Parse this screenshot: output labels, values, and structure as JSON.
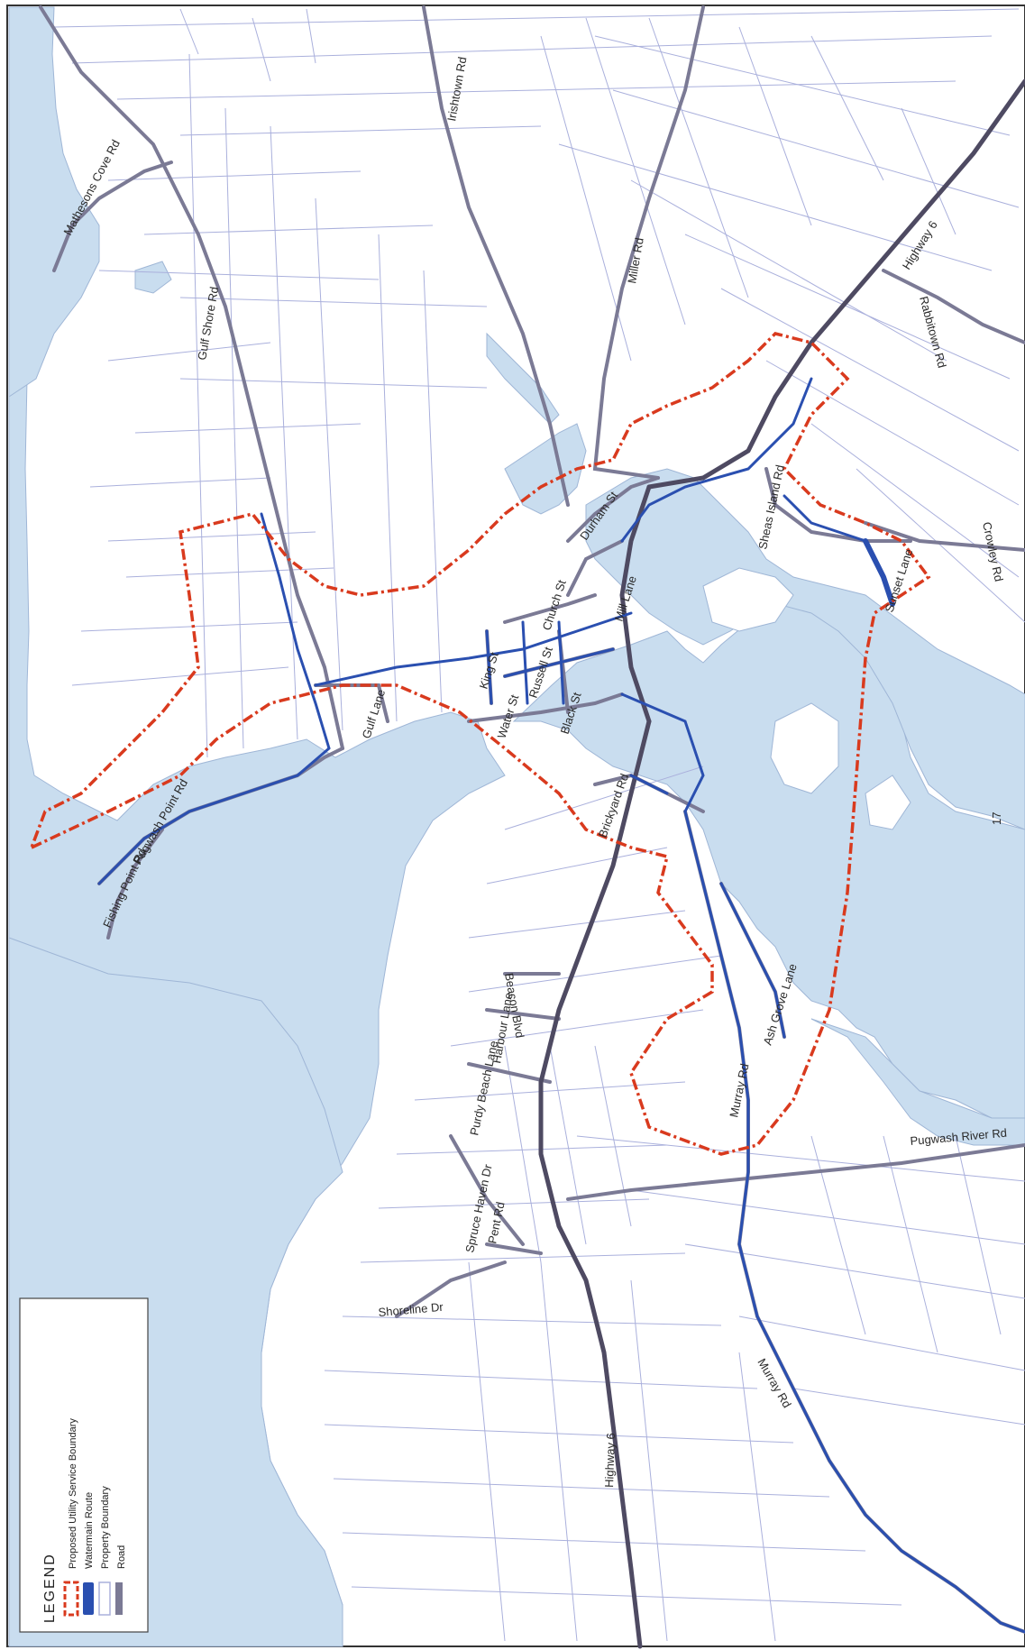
{
  "map": {
    "page_number": "17",
    "colors": {
      "water": "#c9ddef",
      "land": "#ffffff",
      "property_boundary": "#aab0dc",
      "road": "#7b7a95",
      "highway": "#4e4a62",
      "watermain": "#2a4fb0",
      "service_boundary": "#d93a1e"
    },
    "road_labels": {
      "mathesons_cove_rd": "Mathesons Cove Rd",
      "irishtown_rd": "Irishtown Rd",
      "gulf_shore_rd": "Gulf Shore Rd",
      "miller_rd": "Miller Rd",
      "highway_6_north": "Highway 6",
      "rabbitown_rd": "Rabbitown Rd",
      "durham_st": "Durham St",
      "sheas_island_rd": "Sheas Island Rd",
      "crowley_rd": "Crowley Rd",
      "sunset_lane": "Sunset Lane",
      "mill_lane": "Mill Lane",
      "church_st": "Church St",
      "king_st": "King St",
      "russell_st": "Russell St",
      "black_st": "Black St",
      "water_st": "Water St",
      "gulf_lane": "Gulf Lane",
      "pugwash_point_rd": "Pugwash Point Rd",
      "fishing_point_rd": "Fishing Point Rd",
      "brickyard_rd": "Brickyard Rd",
      "beacon_blvd": "Beacon Blvd",
      "harbour_lane": "Harbour Lane",
      "ash_grove_lane": "Ash Grove Lane",
      "purdy_beach_lane": "Purdy Beach Lane",
      "murray_rd": "Murray Rd",
      "pugwash_river_rd": "Pugwash River Rd",
      "spruce_haven_dr": "Spruce Haven Dr",
      "pent_rd": "Pent Rd",
      "shoreline_dr": "Shoreline Dr",
      "highway_6_south": "Highway 6",
      "murray_rd_south": "Murray Rd"
    }
  },
  "legend": {
    "title": "LEGEND",
    "items": [
      {
        "label": "Proposed Utility Service Boundary"
      },
      {
        "label": "Watermain Route"
      },
      {
        "label": "Property Boundary"
      },
      {
        "label": "Road"
      }
    ]
  }
}
